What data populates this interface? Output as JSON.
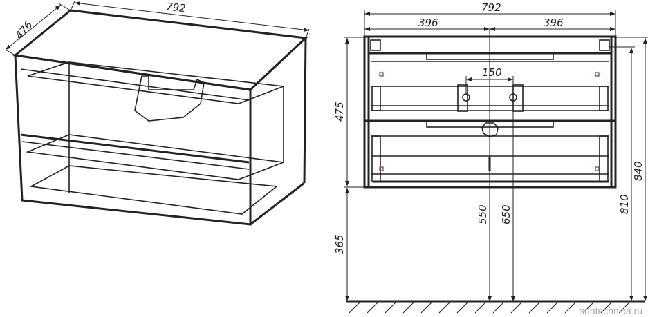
{
  "isometric_view": {
    "width_label": "792",
    "depth_label": "476"
  },
  "front_view": {
    "overall_width": "792",
    "half_width_left": "396",
    "half_width_right": "396",
    "hole_spacing": "150",
    "cabinet_height": "475",
    "floor_to_cabinet": "365",
    "outlet_height_1": "550",
    "outlet_height_2": "650",
    "mount_height": "810",
    "total_height": "840"
  },
  "watermark": "suntechnica.ru"
}
